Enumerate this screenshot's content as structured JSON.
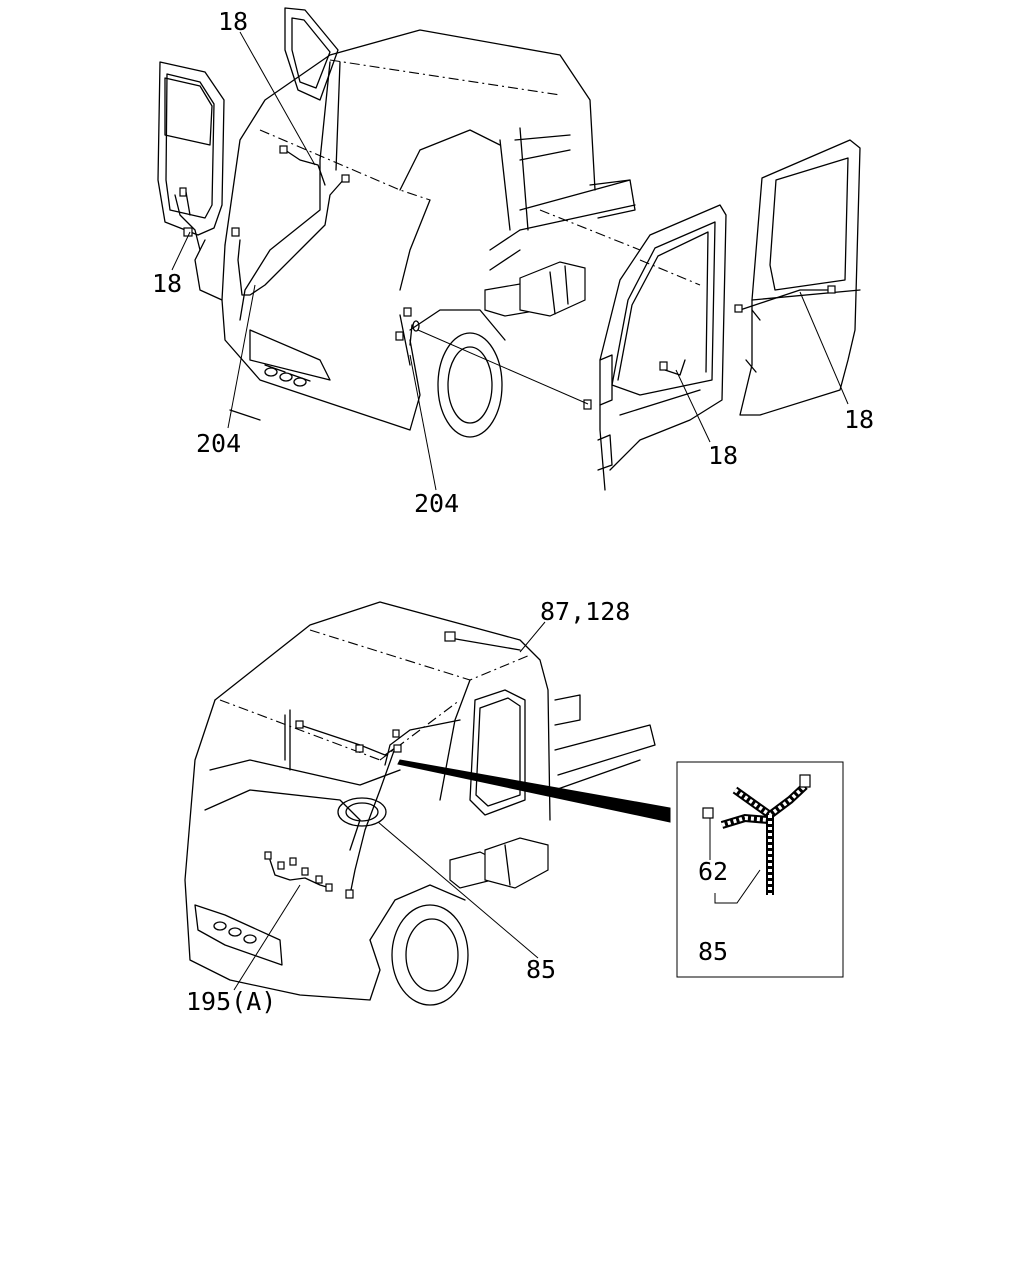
{
  "top_view": {
    "callouts": {
      "c1": "18",
      "c2": "18",
      "c3": "204",
      "c4": "204",
      "c5": "18",
      "c6": "18"
    }
  },
  "bottom_view": {
    "callouts": {
      "c1": "87,128",
      "c2": "85",
      "c3": "195(A)"
    }
  },
  "detail_inset": {
    "callouts": {
      "c1": "62",
      "c2": "85"
    }
  }
}
